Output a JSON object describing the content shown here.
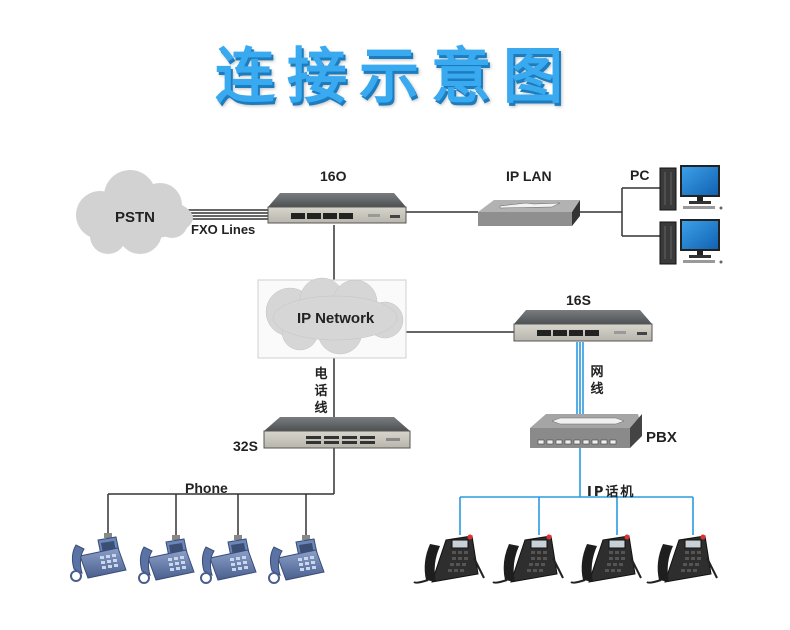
{
  "title": "连接示意图",
  "nodes": {
    "pstn": {
      "label": "PSTN",
      "type": "cloud"
    },
    "fxo_lines": {
      "label": "FXO Lines"
    },
    "gateway_16o": {
      "label": "16O",
      "type": "gateway",
      "ports": 16
    },
    "ip_lan": {
      "label": "IP LAN",
      "type": "switch"
    },
    "pc": {
      "label": "PC",
      "type": "computer",
      "count": 2
    },
    "ip_network": {
      "label": "IP Network",
      "type": "cloud"
    },
    "gateway_16s": {
      "label": "16S",
      "type": "gateway",
      "ports": 16
    },
    "network_cable": {
      "label": "网线"
    },
    "phone_line": {
      "label": "电话线"
    },
    "gateway_32s": {
      "label": "32S",
      "type": "gateway",
      "ports": 32
    },
    "pbx": {
      "label": "PBX",
      "type": "pbx"
    },
    "analog_phones": {
      "label": "Phone",
      "count": 4
    },
    "ip_phones": {
      "label": "IP话机",
      "count": 4
    }
  },
  "connections": [
    {
      "from": "PSTN",
      "to": "16O",
      "via": "FXO Lines"
    },
    {
      "from": "16O",
      "to": "IP LAN"
    },
    {
      "from": "IP LAN",
      "to": "PC"
    },
    {
      "from": "16O",
      "to": "IP Network"
    },
    {
      "from": "IP Network",
      "to": "16S"
    },
    {
      "from": "IP Network",
      "to": "32S",
      "via": "电话线"
    },
    {
      "from": "16S",
      "to": "PBX",
      "via": "网线"
    },
    {
      "from": "32S",
      "to": "Phone"
    },
    {
      "from": "PBX",
      "to": "IP话机"
    }
  ],
  "colors": {
    "title": "#3aaaf0",
    "line_dark": "#333333",
    "line_blue": "#2a9be0",
    "cloud": "#d4d4d4",
    "device": "#5a5d60",
    "pc_screen": "#1e7fd0"
  }
}
